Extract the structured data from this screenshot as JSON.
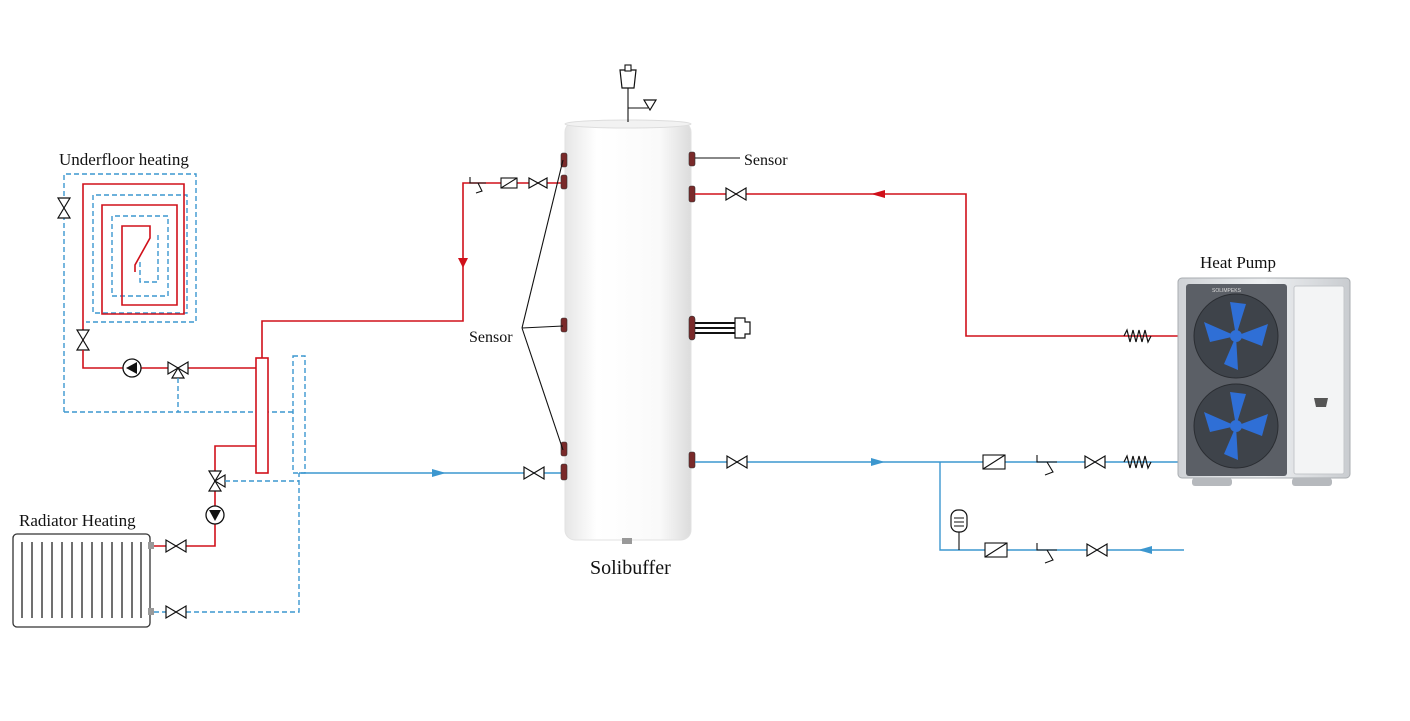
{
  "labels": {
    "underfloor": "Underfloor heating",
    "radiator": "Radiator Heating",
    "buffer": "Solibuffer",
    "heat_pump": "Heat Pump",
    "sensor_top": "Sensor",
    "sensor_left": "Sensor",
    "brand": "SOLIMPEKS"
  },
  "colors": {
    "supply": "#d0101a",
    "return": "#3c97cf",
    "fan": "#2f6fd6"
  }
}
